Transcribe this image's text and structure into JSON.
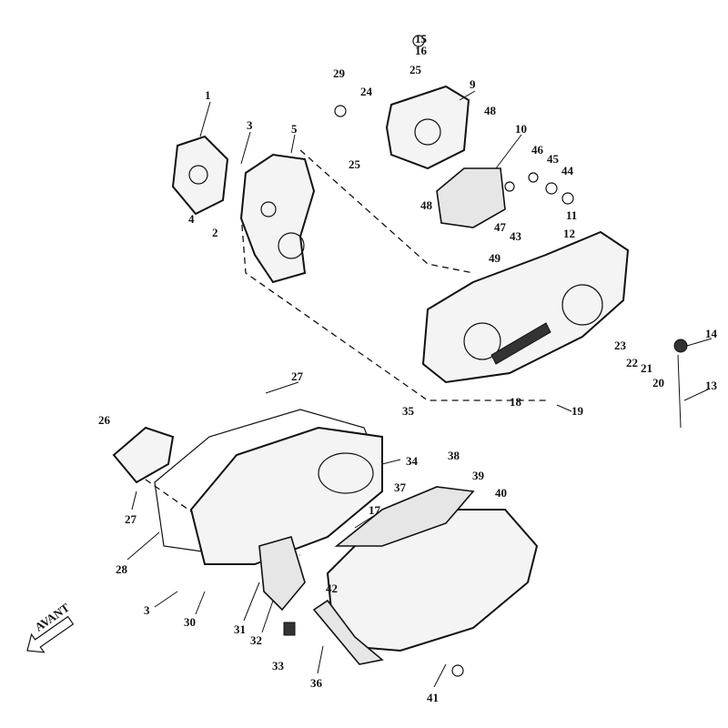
{
  "diagram": {
    "title": "Crankcase and transmission cover exploded view",
    "direction_label": "AVANT",
    "labels": [
      "15",
      "16",
      "25",
      "9",
      "29",
      "24",
      "48",
      "10",
      "3",
      "5",
      "1",
      "46",
      "45",
      "44",
      "25",
      "48",
      "47",
      "43",
      "4",
      "2",
      "11",
      "12",
      "49",
      "14",
      "23",
      "22",
      "21",
      "20",
      "13",
      "18",
      "19",
      "27",
      "35",
      "26",
      "34",
      "38",
      "39",
      "40",
      "37",
      "17",
      "27",
      "28",
      "42",
      "3",
      "30",
      "31",
      "32",
      "33",
      "36",
      "41"
    ]
  }
}
